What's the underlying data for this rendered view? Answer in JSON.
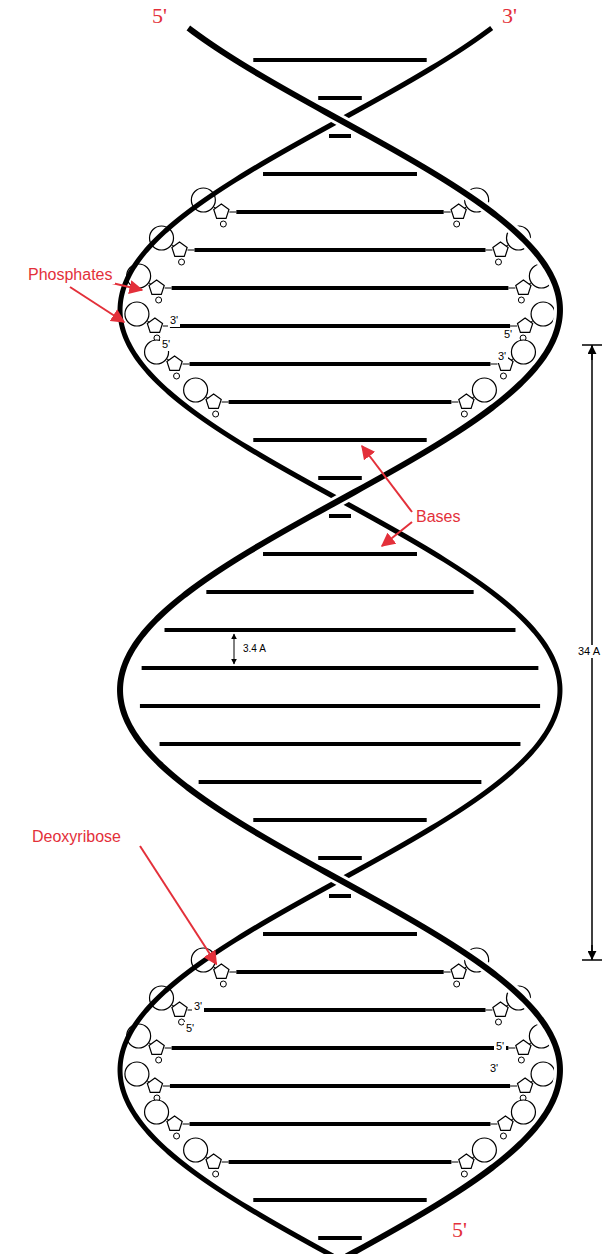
{
  "diagram": {
    "labels": [
      "5'",
      "3'",
      "Phosphates",
      "3'",
      "5'",
      "5'",
      "3'",
      "Bases",
      "3.4 A",
      "34 A",
      "Deoxyribose",
      "3'",
      "5'",
      "5'",
      "3'",
      "5'"
    ]
  }
}
